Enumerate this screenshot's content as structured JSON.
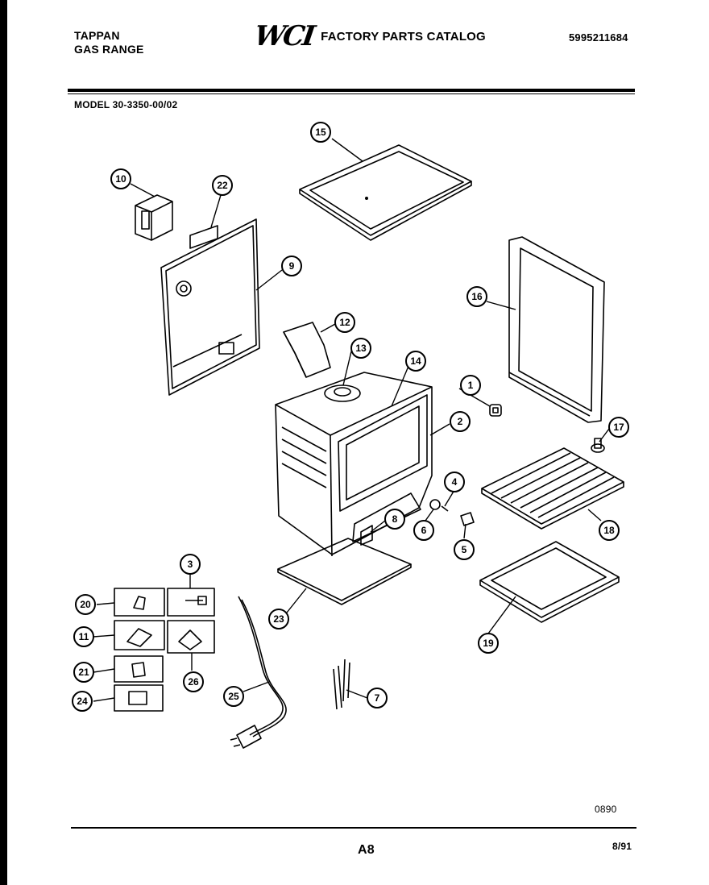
{
  "header": {
    "brand_line1": "TAPPAN",
    "brand_line2": "GAS RANGE",
    "logo_text": "WCI",
    "catalog_title": "FACTORY PARTS CATALOG",
    "part_number": "5995211684"
  },
  "model_label": "MODEL 30-3350-00/02",
  "footer": {
    "drawing_code": "0890",
    "page": "A8",
    "date": "8/91"
  },
  "callouts": [
    "1",
    "2",
    "3",
    "4",
    "5",
    "6",
    "7",
    "8",
    "9",
    "10",
    "11",
    "12",
    "13",
    "14",
    "15",
    "16",
    "17",
    "18",
    "19",
    "20",
    "21",
    "22",
    "23",
    "24",
    "25",
    "26"
  ]
}
